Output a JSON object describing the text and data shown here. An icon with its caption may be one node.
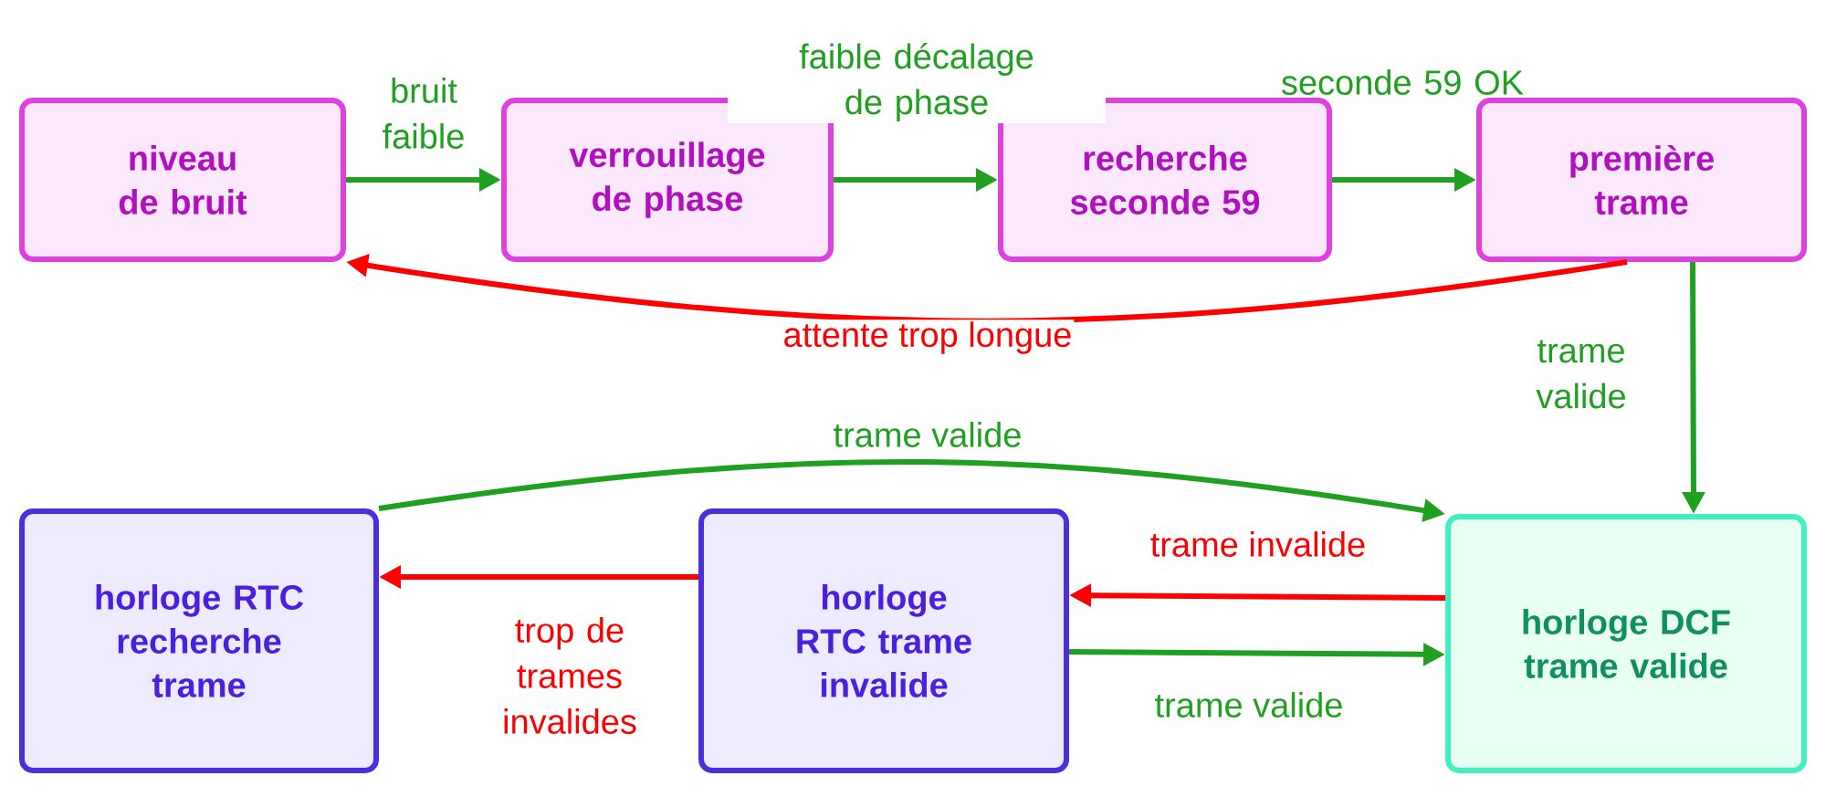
{
  "diagram": {
    "nodes": [
      {
        "text": [
          "niveau de bruit"
        ]
      },
      {
        "text": [
          "verrouillage de phase"
        ]
      },
      {
        "text": [
          "recherche seconde 59"
        ]
      },
      {
        "text": [
          "première trame"
        ]
      },
      {
        "text": [
          "horloge RTC recherche trame"
        ]
      },
      {
        "text": [
          "horloge RTC trame invalide"
        ]
      },
      {
        "text": [
          "horloge DCF trame valide"
        ]
      }
    ],
    "edges": [
      {
        "from": 0,
        "to": 1,
        "arrow": "to",
        "label": "bruit faible"
      },
      {
        "from": 1,
        "to": 2,
        "arrow": "to",
        "label": "faible décalage de phase"
      },
      {
        "from": 2,
        "to": 3,
        "arrow": "to",
        "label": "seconde 59 OK"
      },
      {
        "from": 3,
        "to": 0,
        "arrow": "to",
        "label": "attente trop longue",
        "color": "#ff0000"
      },
      {
        "from": 3,
        "to": 6,
        "arrow": "to",
        "label": "trame valide"
      },
      {
        "from": 4,
        "to": 6,
        "arrow": "to",
        "label": "trame valide"
      },
      {
        "from": 6,
        "to": 5,
        "arrow": "to",
        "label": "trame invalide",
        "color": "#ff0000"
      },
      {
        "from": 5,
        "to": 4,
        "arrow": "to",
        "label": "trop de trames invalides",
        "color": "#ff0000"
      },
      {
        "from": 5,
        "to": 6,
        "arrow": "to",
        "label": "trame valide"
      }
    ]
  }
}
